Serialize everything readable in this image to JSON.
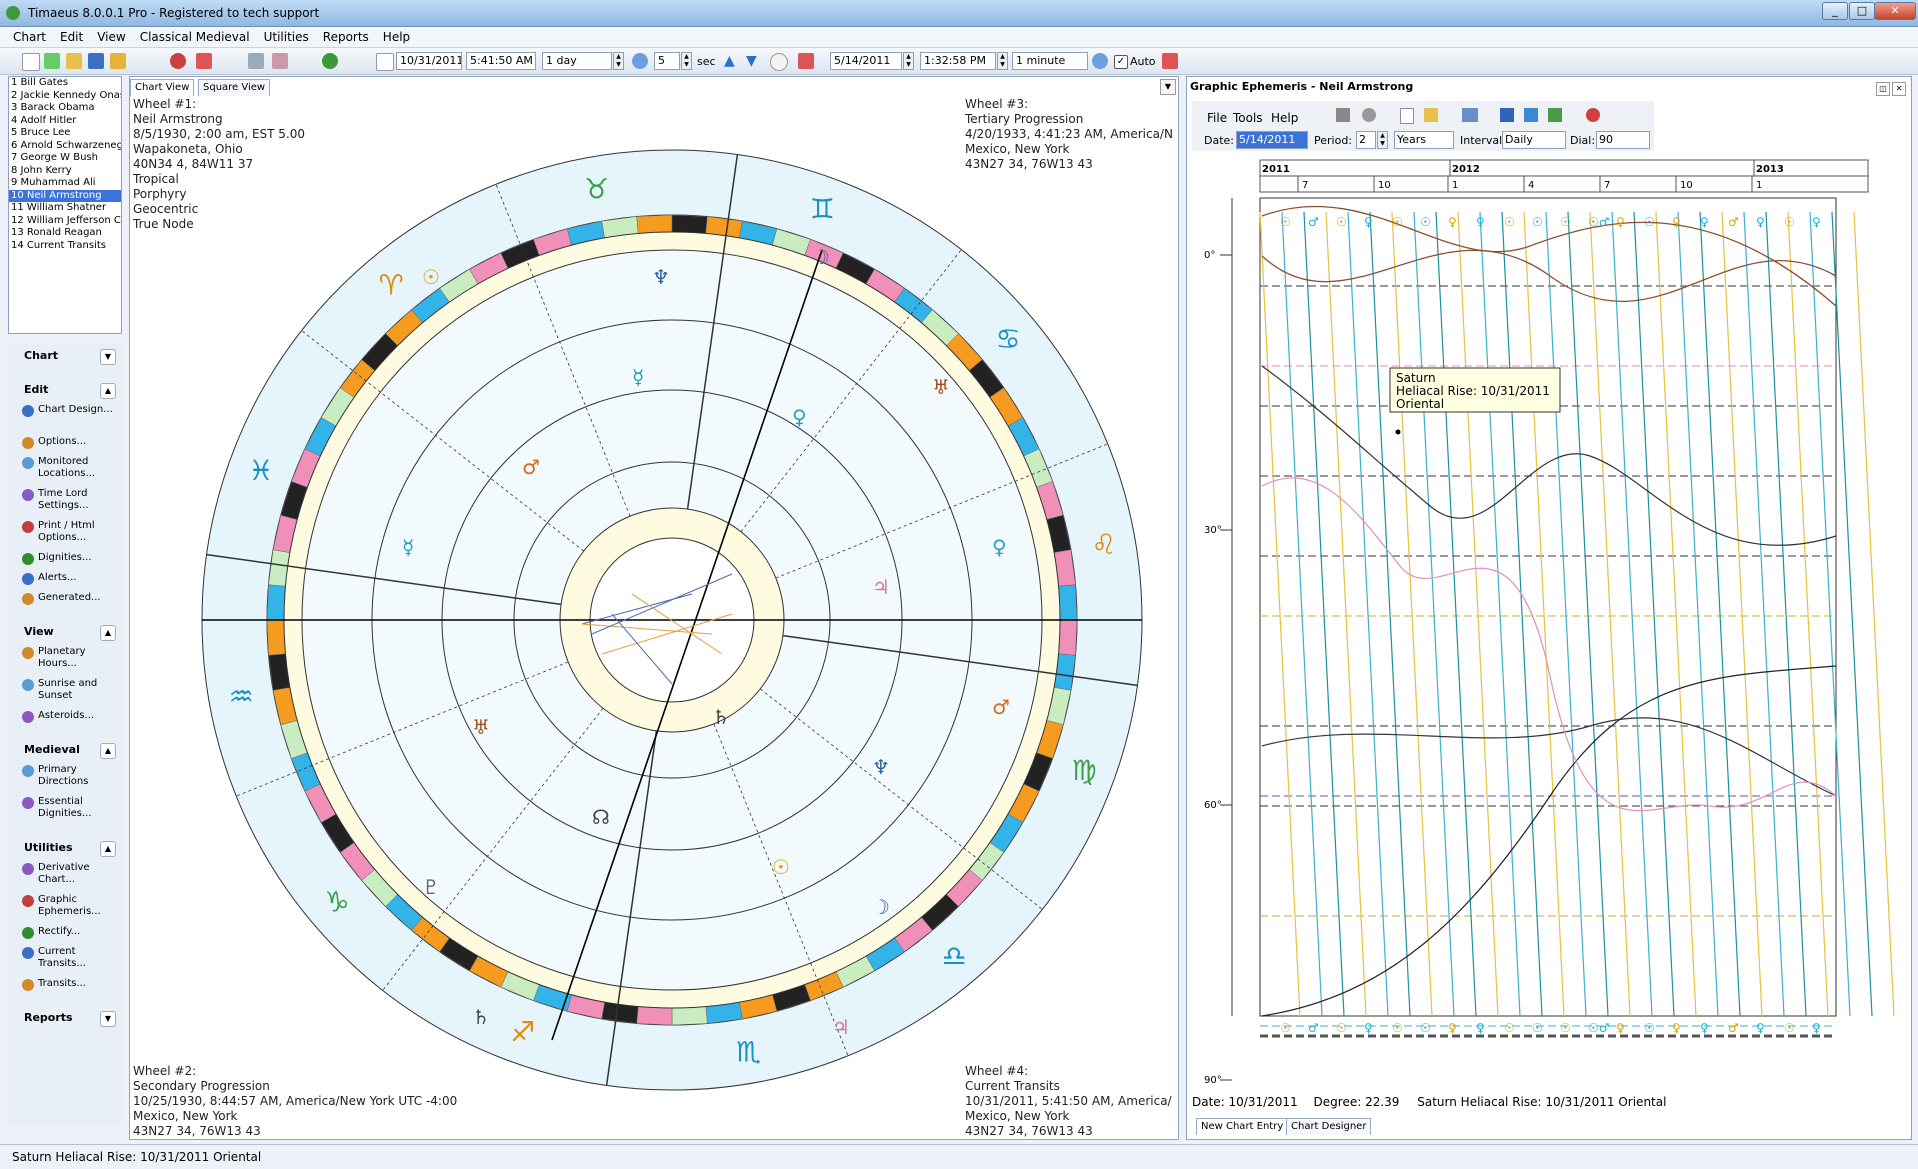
{
  "window": {
    "title": "Timaeus 8.0.0.1 Pro - Registered to tech support"
  },
  "menu": [
    "Chart",
    "Edit",
    "View",
    "Classical Medieval",
    "Utilities",
    "Reports",
    "Help"
  ],
  "toolbar": {
    "date1": "10/31/2011",
    "time1": "5:41:50 AM",
    "step1": "1 day",
    "count": "5",
    "sec_label": "sec",
    "date2": "5/14/2011",
    "time2": "1:32:58 PM",
    "step2": "1 minute",
    "auto_label": "Auto"
  },
  "chart_list": [
    "1 Bill Gates",
    "2 Jackie Kennedy Onas",
    "3 Barack Obama",
    "4 Adolf Hitler",
    "5 Bruce Lee",
    "6 Arnold Schwarzenegg",
    "7 George W Bush",
    "8 John Kerry",
    "9 Muhammad Ali",
    "10 Neil Armstrong",
    "11 William Shatner",
    "12 William Jefferson Cl",
    "13 Ronald Reagan",
    "14 Current Transits"
  ],
  "selected_index": 9,
  "nav": [
    {
      "label": "Chart",
      "items": []
    },
    {
      "label": "Edit",
      "items": [
        "Chart Design...",
        "Options...",
        "Monitored Locations...",
        "Time Lord Settings...",
        "Print / Html Options...",
        "Dignities...",
        "Alerts...",
        "Generated..."
      ]
    },
    {
      "label": "View",
      "items": [
        "Planetary Hours...",
        "Sunrise and Sunset",
        "Asteroids..."
      ]
    },
    {
      "label": "Medieval",
      "items": [
        "Primary Directions",
        "Essential Dignities..."
      ]
    },
    {
      "label": "Utilities",
      "items": [
        "Derivative Chart...",
        "Graphic Ephemeris...",
        "Rectify...",
        "Current Transits...",
        "Transits..."
      ]
    },
    {
      "label": "Reports",
      "items": []
    }
  ],
  "center_tabs": [
    "Chart View",
    "Square View"
  ],
  "wheels": {
    "w1": [
      "Wheel #1:",
      "Neil Armstrong",
      "8/5/1930, 2:00 am, EST 5.00",
      "Wapakoneta, Ohio",
      "40N34 4, 84W11 37",
      "Tropical",
      "Porphyry",
      "Geocentric",
      "True Node"
    ],
    "w2": [
      "Wheel #2:",
      "Secondary Progression",
      "10/25/1930, 8:44:57 AM, America/New York UTC -4:00",
      "Mexico, New York",
      "43N27 34, 76W13 43"
    ],
    "w3": [
      "Wheel #3:",
      "Tertiary Progression",
      "4/20/1933, 4:41:23 AM, America/N",
      "Mexico, New York",
      "43N27 34, 76W13 43"
    ],
    "w4": [
      "Wheel #4:",
      "Current Transits",
      "10/31/2011, 5:41:50 AM, America/",
      "Mexico, New York",
      "43N27 34, 76W13 43"
    ]
  },
  "ephemeris": {
    "title": "Graphic Ephemeris - Neil Armstrong",
    "menu": [
      "File",
      "Tools",
      "Help"
    ],
    "date_label": "Date:",
    "date": "5/14/2011",
    "period_label": "Period:",
    "period": "2",
    "period_unit": "Years",
    "interval_label": "Interval:",
    "interval": "Daily",
    "dial_label": "Dial:",
    "dial": "90",
    "years": [
      "2011",
      "2012",
      "2013"
    ],
    "months": [
      "7",
      "10",
      "1",
      "4",
      "7",
      "10",
      "1"
    ],
    "yaxis": [
      "0°",
      "30°",
      "60°",
      "90°"
    ],
    "tooltip": [
      "Saturn",
      "Heliacal Rise: 10/31/2011",
      "Oriental"
    ],
    "status": {
      "date": "Date: 10/31/2011",
      "degree": "Degree: 22.39",
      "event": "Saturn Heliacal Rise: 10/31/2011 Oriental"
    },
    "tabs": [
      "New Chart Entry",
      "Chart Designer"
    ]
  },
  "statusbar": "Saturn Heliacal Rise: 10/31/2011 Oriental"
}
